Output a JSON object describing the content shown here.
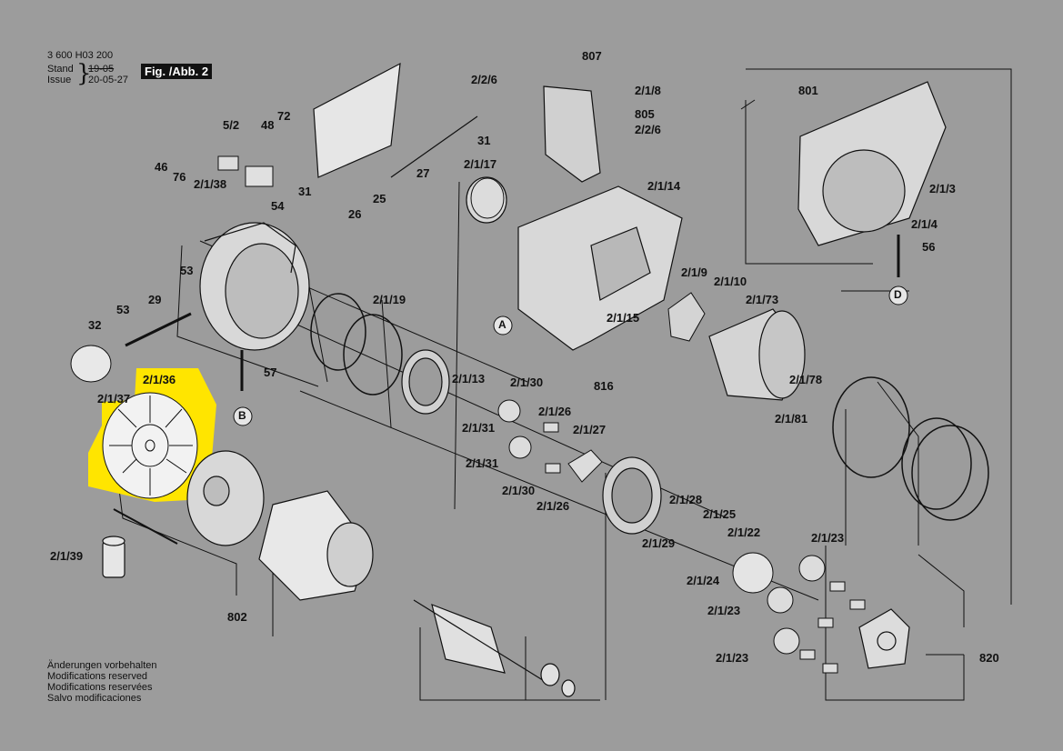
{
  "header": {
    "doc_number": "3 600 H03 200",
    "stand_label": "Stand",
    "issue_label": "Issue",
    "stand_date": "19-05",
    "issue_date": "20-05-27",
    "figure_tag": "Fig. /Abb. 2"
  },
  "notes": [
    "Änderungen vorbehalten",
    "Modifications reserved",
    "Modifications reservées",
    "Salvo modificaciones"
  ],
  "highlight_color": "#ffe500",
  "background_color": "#9c9c9c",
  "callouts": {
    "p807": "807",
    "p2_2_6a": "2/2/6",
    "p2_1_8": "2/1/8",
    "p805": "805",
    "p2_2_6b": "2/2/6",
    "p801": "801",
    "p5_2": "5/2",
    "p48": "48",
    "p72": "72",
    "p46": "46",
    "p76": "76",
    "p2_1_38": "2/1/38",
    "p31a": "31",
    "p31b": "31",
    "p27": "27",
    "p25": "25",
    "p26": "26",
    "p54": "54",
    "p2_1_17": "2/1/17",
    "p2_1_14": "2/1/14",
    "p2_1_3": "2/1/3",
    "p2_1_4": "2/1/4",
    "p56": "56",
    "p53a": "53",
    "p53b": "53",
    "p29": "29",
    "p32": "32",
    "p2_1_19": "2/1/19",
    "p57": "57",
    "p2_1_9": "2/1/9",
    "p2_1_10": "2/1/10",
    "p2_1_73": "2/1/73",
    "p2_1_15": "2/1/15",
    "p816": "816",
    "p2_1_36": "2/1/36",
    "p2_1_37": "2/1/37",
    "p2_1_13": "2/1/13",
    "p2_1_30a": "2/1/30",
    "p2_1_31a": "2/1/31",
    "p2_1_26a": "2/1/26",
    "p2_1_27": "2/1/27",
    "p2_1_31b": "2/1/31",
    "p2_1_30b": "2/1/30",
    "p2_1_26b": "2/1/26",
    "p2_1_78": "2/1/78",
    "p2_1_81": "2/1/81",
    "p2_1_28": "2/1/28",
    "p2_1_25": "2/1/25",
    "p2_1_29": "2/1/29",
    "p2_1_22": "2/1/22",
    "p2_1_23a": "2/1/23",
    "p2_1_24": "2/1/24",
    "p2_1_23b": "2/1/23",
    "p2_1_23c": "2/1/23",
    "p2_1_39": "2/1/39",
    "p802": "802",
    "p820": "820",
    "refA": "A",
    "refB": "B",
    "refD": "D"
  }
}
